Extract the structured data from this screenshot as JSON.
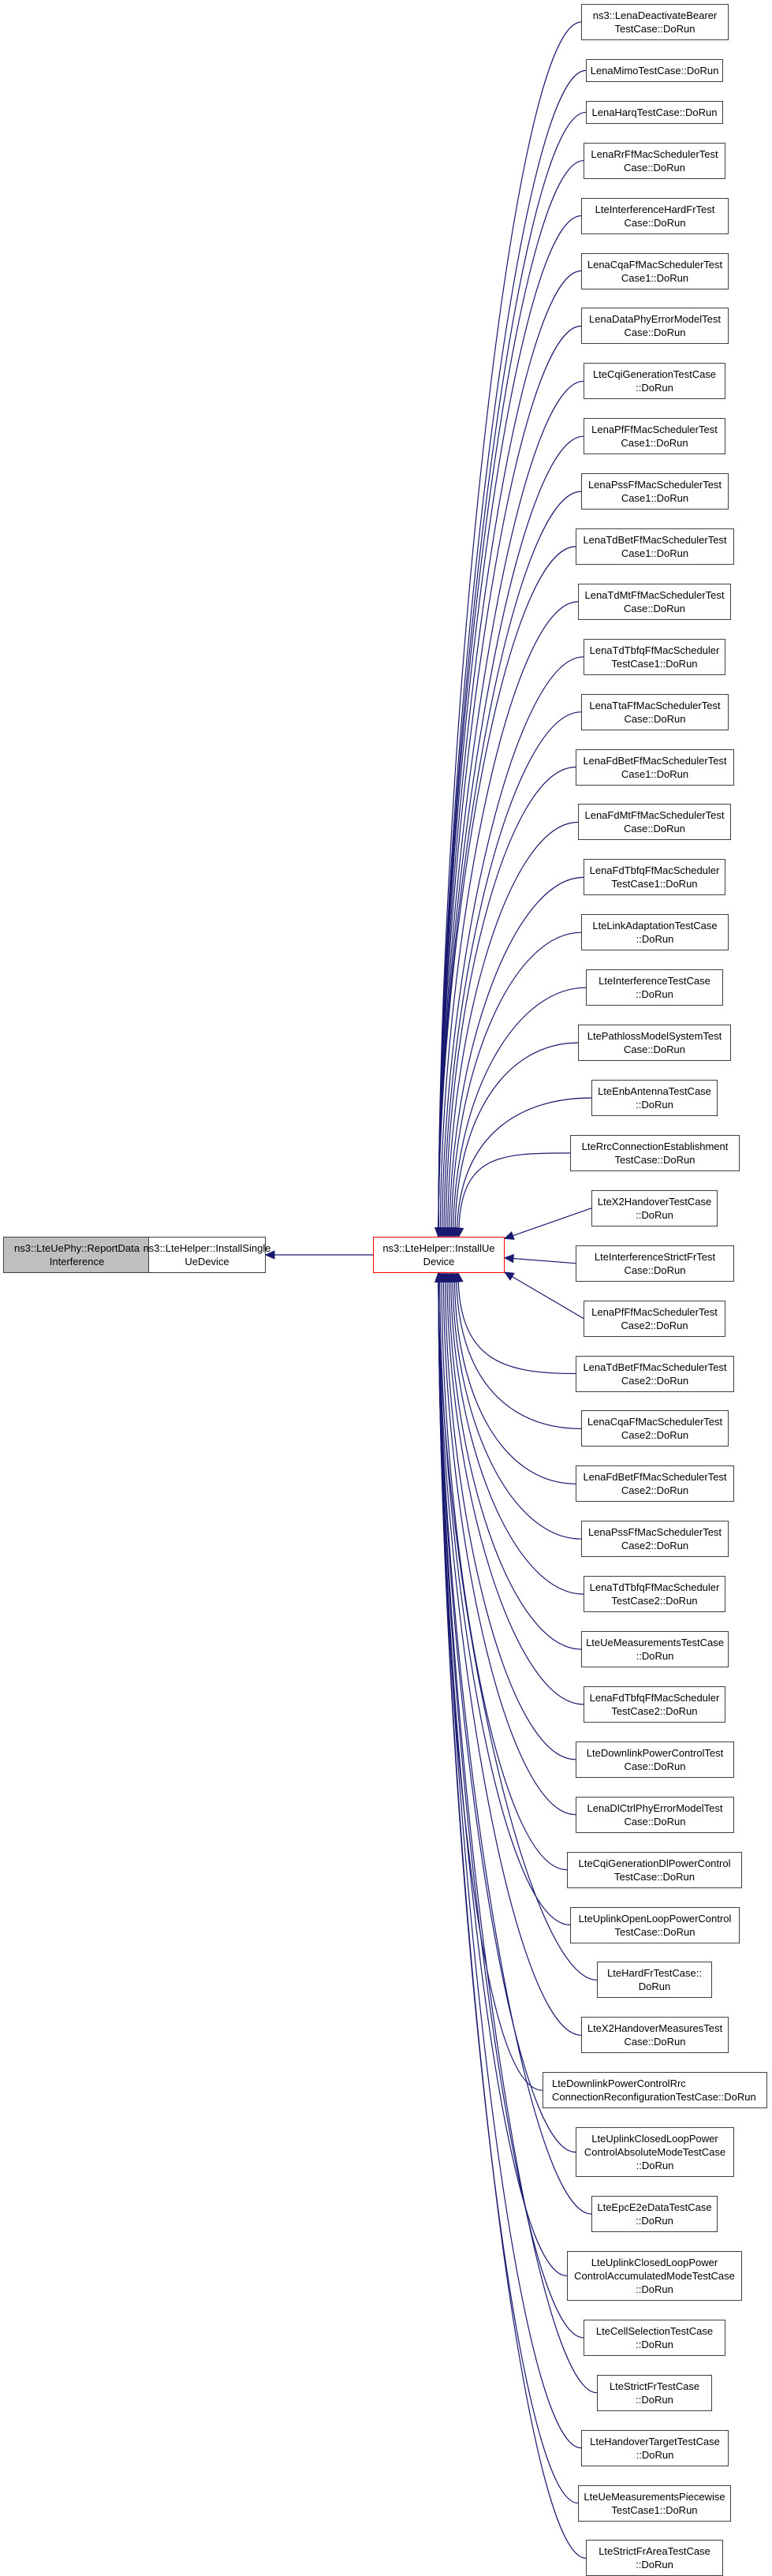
{
  "diagram": {
    "type": "call-graph",
    "colors": {
      "edge": "#191970",
      "node_border": "#404040",
      "focus_fill": "#bfbfbf",
      "highlight_border": "#ff0000"
    },
    "focus_node": {
      "id": "report",
      "label": "ns3::LteUePhy::ReportData\nInterference"
    },
    "chain": [
      {
        "id": "single",
        "label": "ns3::LteHelper::InstallSingle\nUeDevice"
      },
      {
        "id": "install",
        "label": "ns3::LteHelper::InstallUe\nDevice"
      }
    ],
    "callers": [
      {
        "label": "ns3::LenaDeactivateBearer\nTestCase::DoRun"
      },
      {
        "label": "LenaMimoTestCase::DoRun"
      },
      {
        "label": "LenaHarqTestCase::DoRun"
      },
      {
        "label": "LenaRrFfMacSchedulerTest\nCase::DoRun"
      },
      {
        "label": "LteInterferenceHardFrTest\nCase::DoRun"
      },
      {
        "label": "LenaCqaFfMacSchedulerTest\nCase1::DoRun"
      },
      {
        "label": "LenaDataPhyErrorModelTest\nCase::DoRun"
      },
      {
        "label": "LteCqiGenerationTestCase\n::DoRun"
      },
      {
        "label": "LenaPfFfMacSchedulerTest\nCase1::DoRun"
      },
      {
        "label": "LenaPssFfMacSchedulerTest\nCase1::DoRun"
      },
      {
        "label": "LenaTdBetFfMacSchedulerTest\nCase1::DoRun"
      },
      {
        "label": "LenaTdMtFfMacSchedulerTest\nCase::DoRun"
      },
      {
        "label": "LenaTdTbfqFfMacScheduler\nTestCase1::DoRun"
      },
      {
        "label": "LenaTtaFfMacSchedulerTest\nCase::DoRun"
      },
      {
        "label": "LenaFdBetFfMacSchedulerTest\nCase1::DoRun"
      },
      {
        "label": "LenaFdMtFfMacSchedulerTest\nCase::DoRun"
      },
      {
        "label": "LenaFdTbfqFfMacScheduler\nTestCase1::DoRun"
      },
      {
        "label": "LteLinkAdaptationTestCase\n::DoRun"
      },
      {
        "label": "LteInterferenceTestCase\n::DoRun"
      },
      {
        "label": "LtePathlossModelSystemTest\nCase::DoRun"
      },
      {
        "label": "LteEnbAntennaTestCase\n::DoRun"
      },
      {
        "label": "LteRrcConnectionEstablishment\nTestCase::DoRun"
      },
      {
        "label": "LteX2HandoverTestCase\n::DoRun"
      },
      {
        "label": "LteInterferenceStrictFrTest\nCase::DoRun"
      },
      {
        "label": "LenaPfFfMacSchedulerTest\nCase2::DoRun"
      },
      {
        "label": "LenaTdBetFfMacSchedulerTest\nCase2::DoRun"
      },
      {
        "label": "LenaCqaFfMacSchedulerTest\nCase2::DoRun"
      },
      {
        "label": "LenaFdBetFfMacSchedulerTest\nCase2::DoRun"
      },
      {
        "label": "LenaPssFfMacSchedulerTest\nCase2::DoRun"
      },
      {
        "label": "LenaTdTbfqFfMacScheduler\nTestCase2::DoRun"
      },
      {
        "label": "LteUeMeasurementsTestCase\n::DoRun"
      },
      {
        "label": "LenaFdTbfqFfMacScheduler\nTestCase2::DoRun"
      },
      {
        "label": "LteDownlinkPowerControlTest\nCase::DoRun"
      },
      {
        "label": "LenaDlCtrlPhyErrorModelTest\nCase::DoRun"
      },
      {
        "label": "LteCqiGenerationDlPowerControl\nTestCase::DoRun"
      },
      {
        "label": "LteUplinkOpenLoopPowerControl\nTestCase::DoRun"
      },
      {
        "label": "LteHardFrTestCase::\nDoRun"
      },
      {
        "label": "LteX2HandoverMeasuresTest\nCase::DoRun"
      },
      {
        "label": "LteDownlinkPowerControlRrc\nConnectionReconfigurationTestCase::DoRun"
      },
      {
        "label": "LteUplinkClosedLoopPower\nControlAbsoluteModeTestCase\n::DoRun"
      },
      {
        "label": "LteEpcE2eDataTestCase\n::DoRun"
      },
      {
        "label": "LteUplinkClosedLoopPower\nControlAccumulatedModeTestCase\n::DoRun"
      },
      {
        "label": "LteCellSelectionTestCase\n::DoRun"
      },
      {
        "label": "LteStrictFrTestCase\n::DoRun"
      },
      {
        "label": "LteHandoverTargetTestCase\n::DoRun"
      },
      {
        "label": "LteUeMeasurementsPiecewise\nTestCase1::DoRun"
      },
      {
        "label": "LteStrictFrAreaTestCase\n::DoRun"
      }
    ]
  }
}
